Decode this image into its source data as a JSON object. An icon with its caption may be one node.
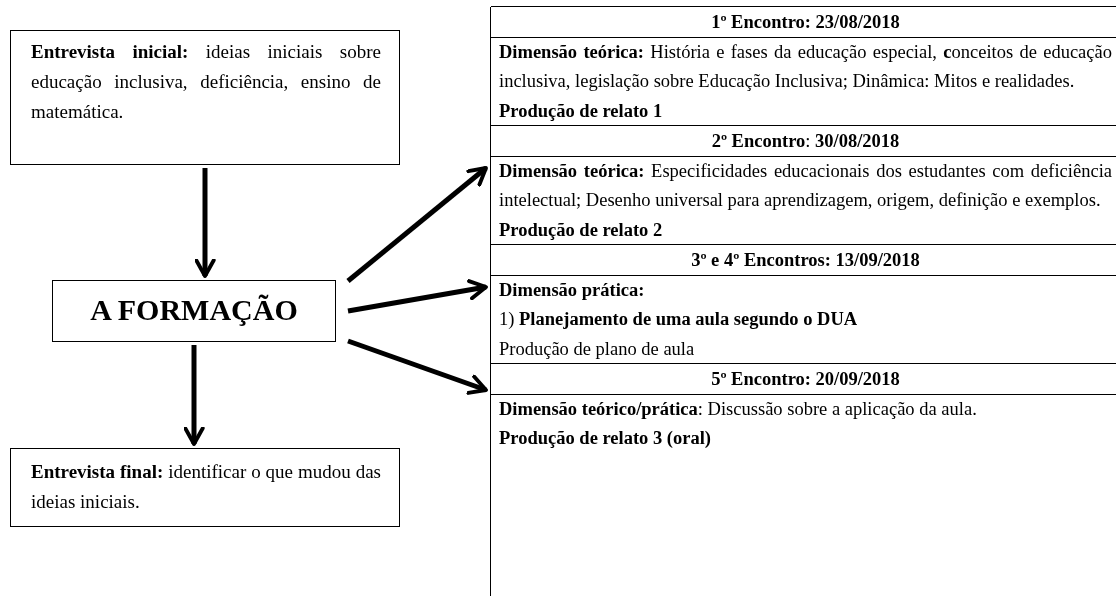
{
  "diagram": {
    "nodes": [
      {
        "text": [
          "**Entrevista inicial:** ideias iniciais sobre educação inclusiva, deficiência, ensino de matemática."
        ]
      },
      {
        "text": [
          "A FORMAÇÃO"
        ]
      },
      {
        "text": [
          "**Entrevista final:** identificar o que mudou das ideias iniciais."
        ]
      },
      {
        "text": [],
        "shape": "box"
      },
      {
        "text": [
          "**1º Encontro: 23/08/2018**"
        ],
        "in": 3
      },
      {
        "text": [
          "**Dimensão teórica:** História e fases da educação especial, **c**onceitos de educação inclusiva, legislação sobre Educação Inclusiva; Dinâmica: Mitos e realidades.",
          "**Produção de relato 1**"
        ],
        "in": 3
      },
      {
        "text": [
          "**2º Encontro**: **30/08/2018**"
        ],
        "in": 3
      },
      {
        "text": [
          "**Dimensão teórica:** Especificidades educacionais dos estudantes com deficiência intelectual; Desenho universal para aprendizagem, origem, definição e exemplos.",
          "**Produção de relato 2**"
        ],
        "in": 3
      },
      {
        "text": [
          "**3º e 4º Encontros: 13/09/2018**"
        ],
        "in": 3
      },
      {
        "text": [
          "**Dimensão prática:**",
          "1) **Planejamento de uma aula segundo o DUA**",
          "Produção de plano de aula"
        ],
        "in": 3
      },
      {
        "text": [
          "**5º Encontro: 20/09/2018**"
        ],
        "in": 3
      },
      {
        "text": [
          "**Dimensão teórico/prática**: Discussão sobre a aplicação da aula.",
          "**Produção de relato 3 (oral)**"
        ],
        "in": 3
      }
    ],
    "edges": [
      {
        "from": 0,
        "to": 1,
        "arrow": "to"
      },
      {
        "from": 1,
        "to": 2,
        "arrow": "to"
      },
      {
        "from": 1,
        "to": 3,
        "arrow": "to"
      },
      {
        "from": 1,
        "to": 3,
        "arrow": "to"
      },
      {
        "from": 1,
        "to": 3,
        "arrow": "to"
      }
    ]
  }
}
